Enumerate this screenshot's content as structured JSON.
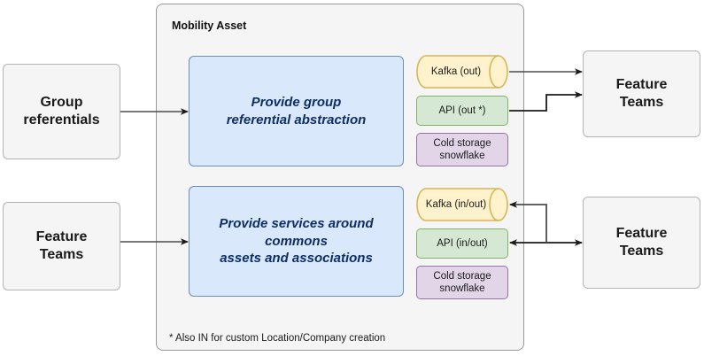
{
  "diagram": {
    "container": {
      "title": "Mobility Asset",
      "footnote": "* Also IN for custom Location/Company creation"
    },
    "left_actors": [
      {
        "name": "group-referentials",
        "label": "Group\nreferentials"
      },
      {
        "name": "feature-teams-left",
        "label": "Feature\nTeams"
      }
    ],
    "right_actors": [
      {
        "name": "feature-teams-right-top",
        "label": "Feature\nTeams"
      },
      {
        "name": "feature-teams-right-bottom",
        "label": "Feature\nTeams"
      }
    ],
    "capabilities": [
      {
        "name": "provide-group-referential-abstraction",
        "line1": "Provide group",
        "line2": "referential abstraction",
        "line3": ""
      },
      {
        "name": "provide-services-around-commons",
        "line1": "Provide services around",
        "line2": "commons",
        "line3": "assets and associations"
      }
    ],
    "interfaces_top": [
      {
        "name": "kafka-out",
        "label": "Kafka (out)",
        "kind": "cylinder",
        "color": "#ffe6cc_yellow"
      },
      {
        "name": "api-out",
        "label": "API (out *)",
        "kind": "rect",
        "color": "#d5e8d4"
      },
      {
        "name": "cold-storage-snowflake-top",
        "label": "Cold storage\nsnowflake",
        "kind": "rect",
        "color": "#e1d5e7"
      }
    ],
    "interfaces_bottom": [
      {
        "name": "kafka-in-out",
        "label": "Kafka (in/out)",
        "kind": "cylinder",
        "color": "#fff2cc"
      },
      {
        "name": "api-in-out",
        "label": "API (in/out)",
        "kind": "rect",
        "color": "#d5e8d4"
      },
      {
        "name": "cold-storage-snowflake-bottom",
        "label": "Cold storage\nsnowflake",
        "kind": "rect",
        "color": "#e1d5e7"
      }
    ],
    "colors": {
      "container_fill": "#f5f5f5",
      "container_stroke": "#999999",
      "capability_fill": "#dae8fc",
      "capability_stroke": "#6c8ebf",
      "capability_text": "#0e2f66",
      "kafka_fill": "#fff2cc",
      "kafka_stroke": "#d6b656",
      "api_fill": "#d5e8d4",
      "api_stroke": "#82b366",
      "snowflake_fill": "#e1d5e7",
      "snowflake_stroke": "#9673a6",
      "actor_fill": "#f5f5f5",
      "actor_stroke": "#b3b3b3",
      "edge_stroke": "#4d4d4d",
      "edge_stroke_dark": "#1a1a1a"
    }
  }
}
